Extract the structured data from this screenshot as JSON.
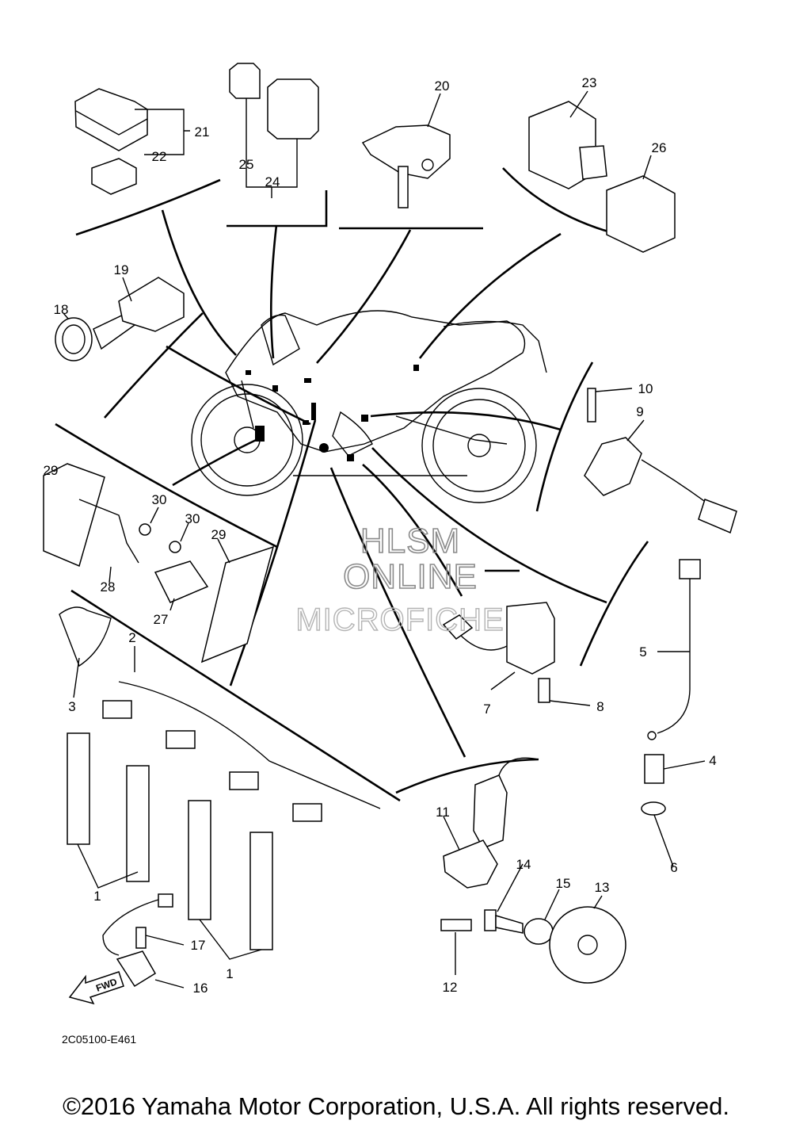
{
  "callouts": [
    {
      "id": "c1a",
      "label": "1"
    },
    {
      "id": "c1b",
      "label": "1"
    },
    {
      "id": "c2",
      "label": "2"
    },
    {
      "id": "c3",
      "label": "3"
    },
    {
      "id": "c4",
      "label": "4"
    },
    {
      "id": "c5",
      "label": "5"
    },
    {
      "id": "c6",
      "label": "6"
    },
    {
      "id": "c7",
      "label": "7"
    },
    {
      "id": "c8",
      "label": "8"
    },
    {
      "id": "c9",
      "label": "9"
    },
    {
      "id": "c10",
      "label": "10"
    },
    {
      "id": "c11",
      "label": "11"
    },
    {
      "id": "c12",
      "label": "12"
    },
    {
      "id": "c13",
      "label": "13"
    },
    {
      "id": "c14",
      "label": "14"
    },
    {
      "id": "c15",
      "label": "15"
    },
    {
      "id": "c16",
      "label": "16"
    },
    {
      "id": "c17",
      "label": "17"
    },
    {
      "id": "c18",
      "label": "18"
    },
    {
      "id": "c19",
      "label": "19"
    },
    {
      "id": "c20",
      "label": "20"
    },
    {
      "id": "c21",
      "label": "21"
    },
    {
      "id": "c22",
      "label": "22"
    },
    {
      "id": "c23",
      "label": "23"
    },
    {
      "id": "c24",
      "label": "24"
    },
    {
      "id": "c25",
      "label": "25"
    },
    {
      "id": "c26",
      "label": "26"
    },
    {
      "id": "c27",
      "label": "27"
    },
    {
      "id": "c28",
      "label": "28"
    },
    {
      "id": "c29a",
      "label": "29"
    },
    {
      "id": "c29b",
      "label": "29"
    },
    {
      "id": "c30a",
      "label": "30"
    },
    {
      "id": "c30b",
      "label": "30"
    }
  ],
  "watermark": {
    "line1": "HLSM",
    "line2": "ONLINE",
    "line3": "MICROFICHE"
  },
  "fwd_label": "FWD",
  "diagram_code": "2C05100-E461",
  "copyright": "©2016 Yamaha Motor Corporation, U.S.A. All rights reserved."
}
